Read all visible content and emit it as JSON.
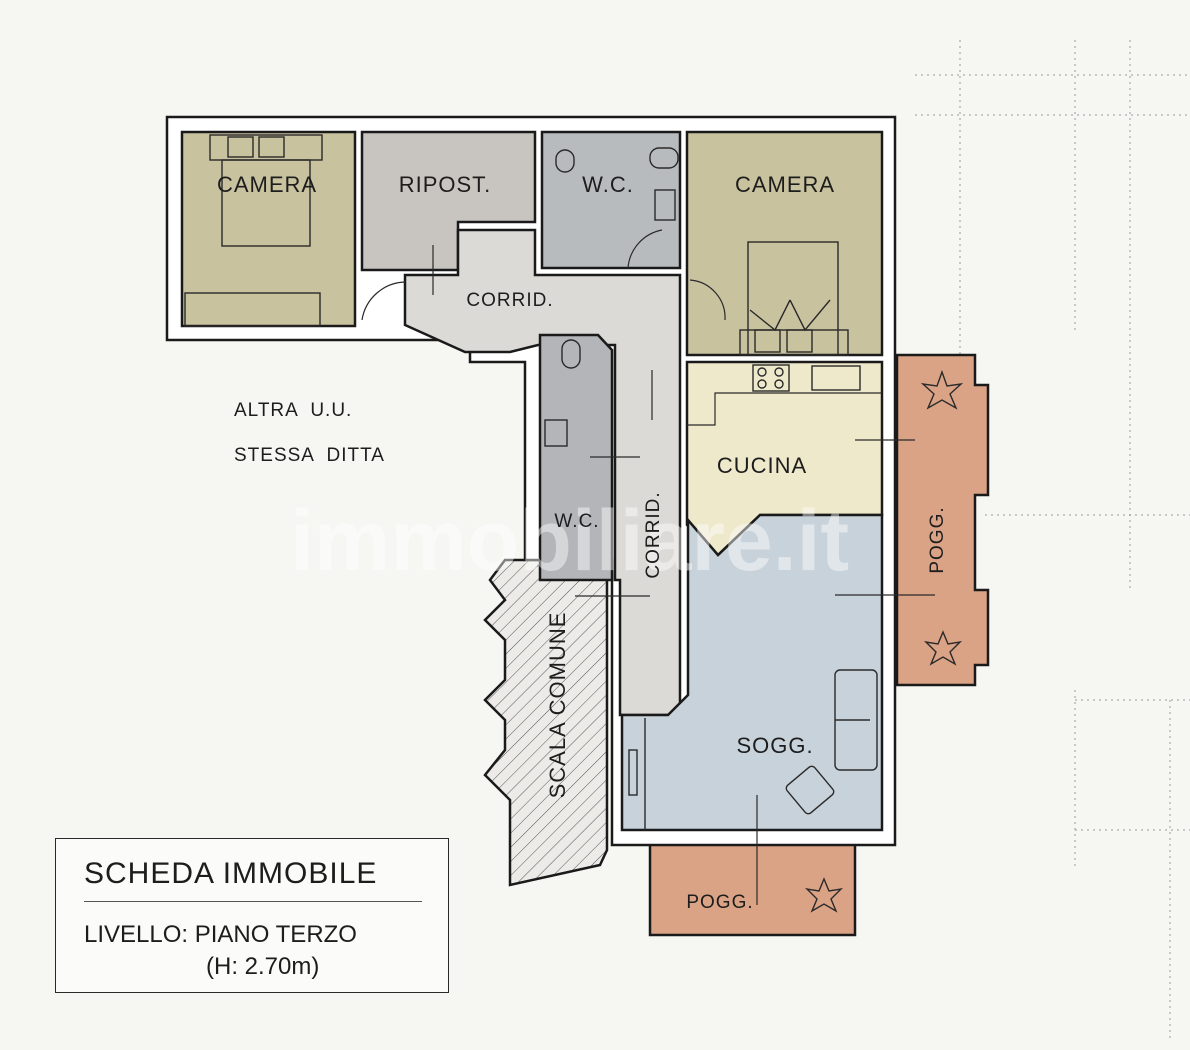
{
  "plan": {
    "rooms": {
      "camera_left": "CAMERA",
      "ripostiglio": "RIPOST.",
      "wc_top": "W.C.",
      "camera_right": "CAMERA",
      "corridor_top": "CORRID.",
      "wc_lower": "W.C.",
      "corridor_vertical": "CORRID.",
      "cucina": "CUCINA",
      "soggiorno": "SOGG.",
      "poggiolo_right": "POGG.",
      "poggiolo_bottom": "POGG.",
      "scala": "SCALA COMUNE"
    },
    "other_unit": [
      "ALTRA  U.U.",
      "STESSA  DITTA"
    ],
    "colors": {
      "camera": "#c9c29f",
      "ripostiglio": "#c8c4bf",
      "wc": "#b8bbbe",
      "corridor": "#dcdad6",
      "cucina": "#efe9cc",
      "soggiorno": "#c8d2da",
      "poggiolo": "#dba386"
    }
  },
  "info": {
    "title": "SCHEDA IMMOBILE",
    "level": "LIVELLO: PIANO TERZO",
    "height": "(H: 2.70m)"
  },
  "watermark": "immobiliare.it"
}
